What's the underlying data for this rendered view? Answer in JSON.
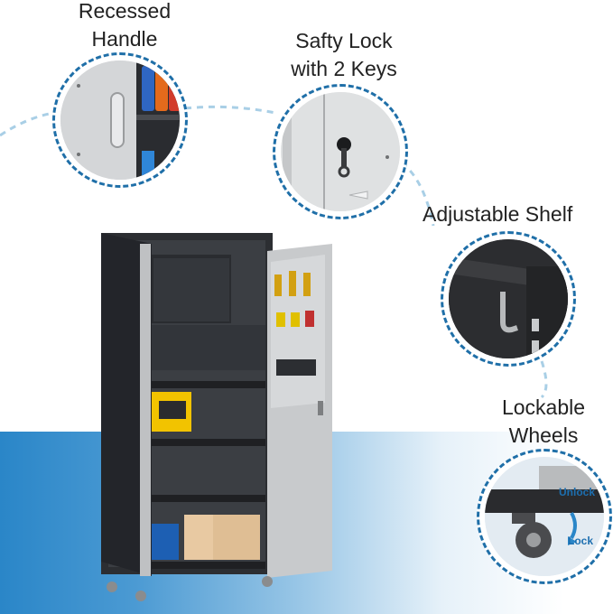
{
  "features": {
    "handle": {
      "title_line1": "Recessed",
      "title_line2": "Handle",
      "icon": "recessed-handle"
    },
    "lock": {
      "title_line1": "Safty Lock",
      "title_line2": "with 2 Keys",
      "icon": "key-lock"
    },
    "shelf": {
      "title": "Adjustable Shelf",
      "icon": "shelf-bracket"
    },
    "wheels": {
      "title_line1": "Lockable",
      "title_line2": "Wheels",
      "icon": "caster-wheel",
      "unlock_label": "Unlock",
      "lock_label": "Lock"
    }
  },
  "colors": {
    "cabinet_body": "#2b2d31",
    "door_panel": "#c9cbcd",
    "accent_blue": "#2a86c8",
    "dashed_circle": "#1f6fa8"
  }
}
